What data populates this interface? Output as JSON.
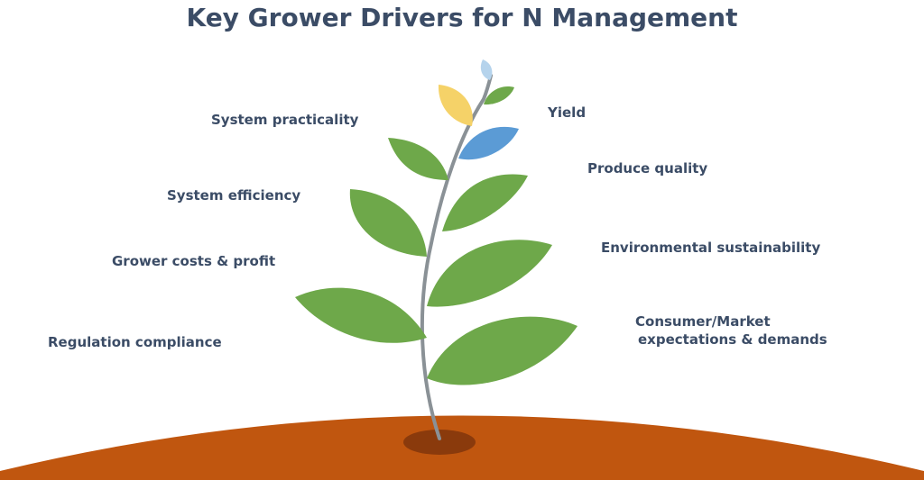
{
  "title": "Key Grower Drivers for N Management",
  "drivers_left": [
    {
      "label": "System practicality"
    },
    {
      "label": "System efficiency"
    },
    {
      "label": "Grower costs & profit"
    },
    {
      "label": "Regulation compliance"
    }
  ],
  "drivers_right": [
    {
      "label": "Yield"
    },
    {
      "label": "Produce quality"
    },
    {
      "label": "Environmental sustainability"
    },
    {
      "label_lines": [
        "Consumer/Market",
        "expectations & demands"
      ]
    }
  ],
  "colors": {
    "title_text": "#3b4c66",
    "leaf_green": "#6ea84a",
    "leaf_yellow": "#f5d268",
    "leaf_blue": "#5b9bd5",
    "leaf_light_blue": "#b5d3ec",
    "stem": "#8a9196",
    "soil": "#c0560f",
    "hole": "#8a3a0c"
  }
}
